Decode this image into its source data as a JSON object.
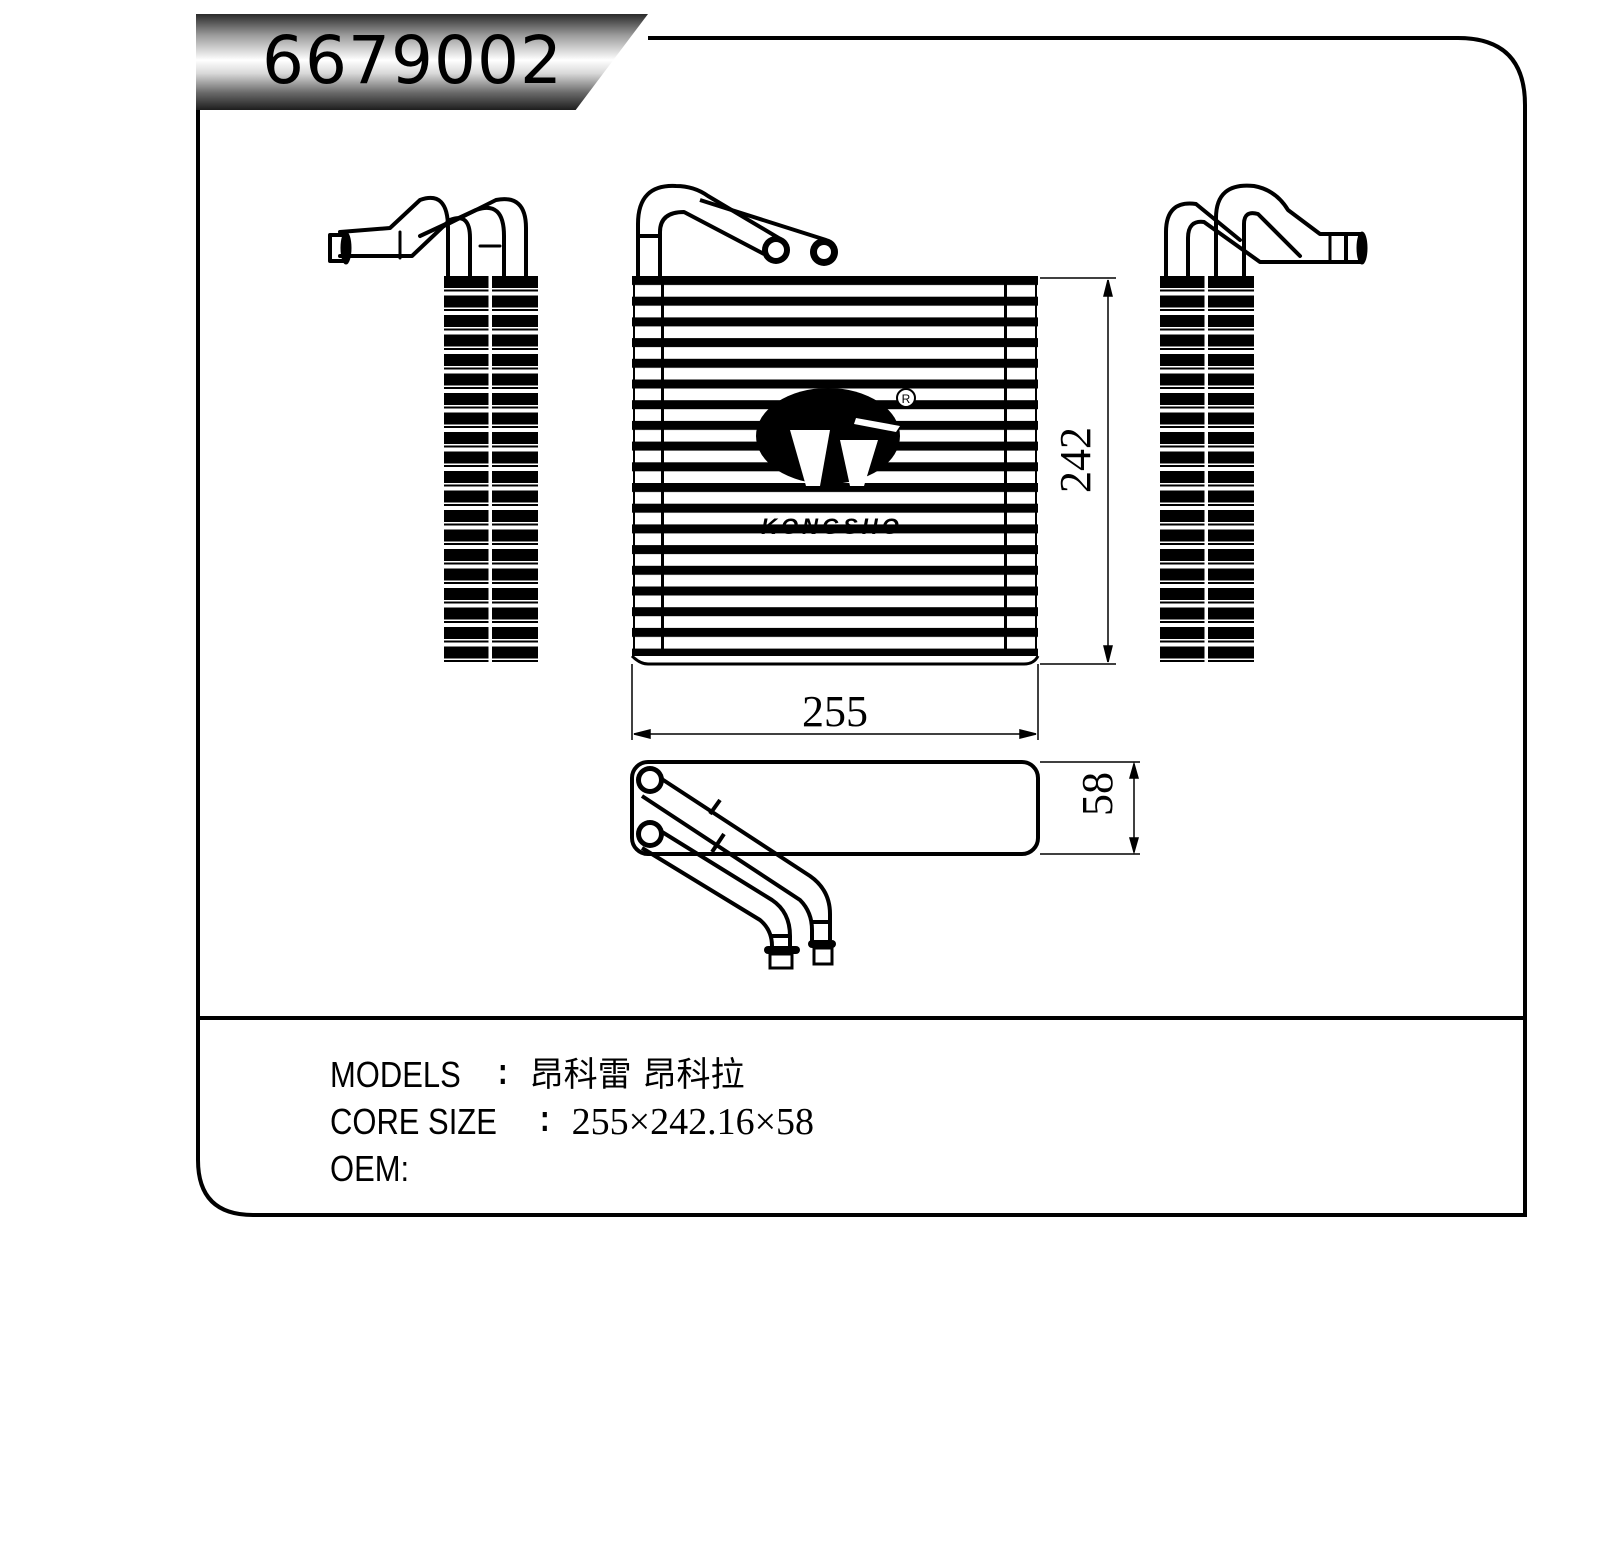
{
  "header": {
    "part_number": "6679002"
  },
  "drawing": {
    "dimensions": {
      "width_label": "255",
      "height_label": "242",
      "depth_label": "58"
    },
    "views": [
      "left-side-view",
      "front-view",
      "right-side-view",
      "top-view"
    ],
    "logo": {
      "registered_mark": "R",
      "brand_text": "KONGSHO"
    }
  },
  "specs": {
    "models": {
      "label": "MODELS",
      "separator": ":",
      "value": "昂科雷 昂科拉"
    },
    "core_size": {
      "label": "CORE SIZE",
      "separator": ":",
      "value": "255×242.16×58"
    },
    "oem": {
      "label": "OEM:",
      "value": ""
    }
  },
  "colors": {
    "line": "#000000",
    "background": "#ffffff"
  }
}
